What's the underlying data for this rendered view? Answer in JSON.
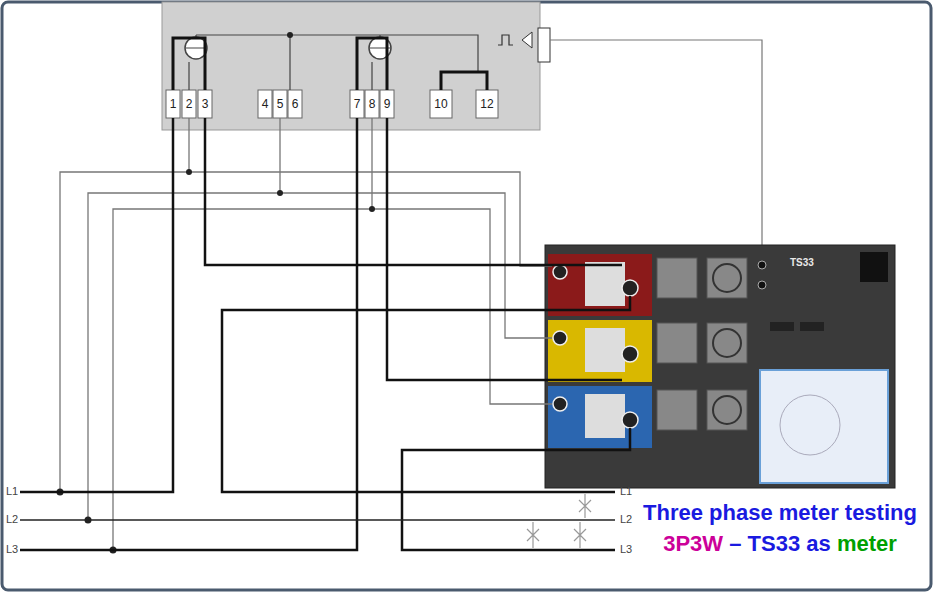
{
  "diagram": {
    "nodes": [
      {
        "text": [
          "TS33"
        ]
      }
    ],
    "labels": [
      "1",
      "2",
      "3",
      "4",
      "5",
      "6",
      "7",
      "8",
      "9",
      "10",
      "12",
      "L1",
      "L2",
      "L3",
      "L1",
      "L2",
      "L3",
      "Three phase meter testing",
      "3P3W",
      "– TS33",
      "as",
      "meter"
    ]
  }
}
